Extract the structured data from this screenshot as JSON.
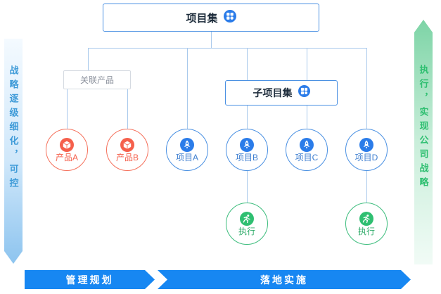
{
  "diagram": {
    "root": {
      "label": "项目集",
      "icon": "program-icon"
    },
    "subprogram": {
      "label": "子项目集",
      "icon": "program-icon"
    },
    "related_label": "关联产品",
    "products": [
      {
        "label": "产品A",
        "icon": "product-icon"
      },
      {
        "label": "产品B",
        "icon": "product-icon"
      }
    ],
    "projects": [
      {
        "label": "项目A",
        "icon": "rocket-icon"
      },
      {
        "label": "项目B",
        "icon": "rocket-icon"
      },
      {
        "label": "项目C",
        "icon": "rocket-icon"
      },
      {
        "label": "项目D",
        "icon": "rocket-icon"
      }
    ],
    "executions": [
      {
        "label": "执行",
        "icon": "runner-icon"
      },
      {
        "label": "执行",
        "icon": "runner-icon"
      }
    ]
  },
  "side_arrows": {
    "left": {
      "text": "战略逐级细化，可控",
      "direction": "down"
    },
    "right": {
      "text": "执行，实现公司战略",
      "direction": "up"
    }
  },
  "banners": {
    "plan": "管理规划",
    "implement": "落地实施"
  },
  "colors": {
    "brand_blue": "#2b7ce9",
    "border_blue": "#4a90e2",
    "line_blue": "#a9c9ec",
    "product_orange": "#f5604c",
    "exec_green": "#2fbf71",
    "banner_blue": "#1787f2"
  }
}
